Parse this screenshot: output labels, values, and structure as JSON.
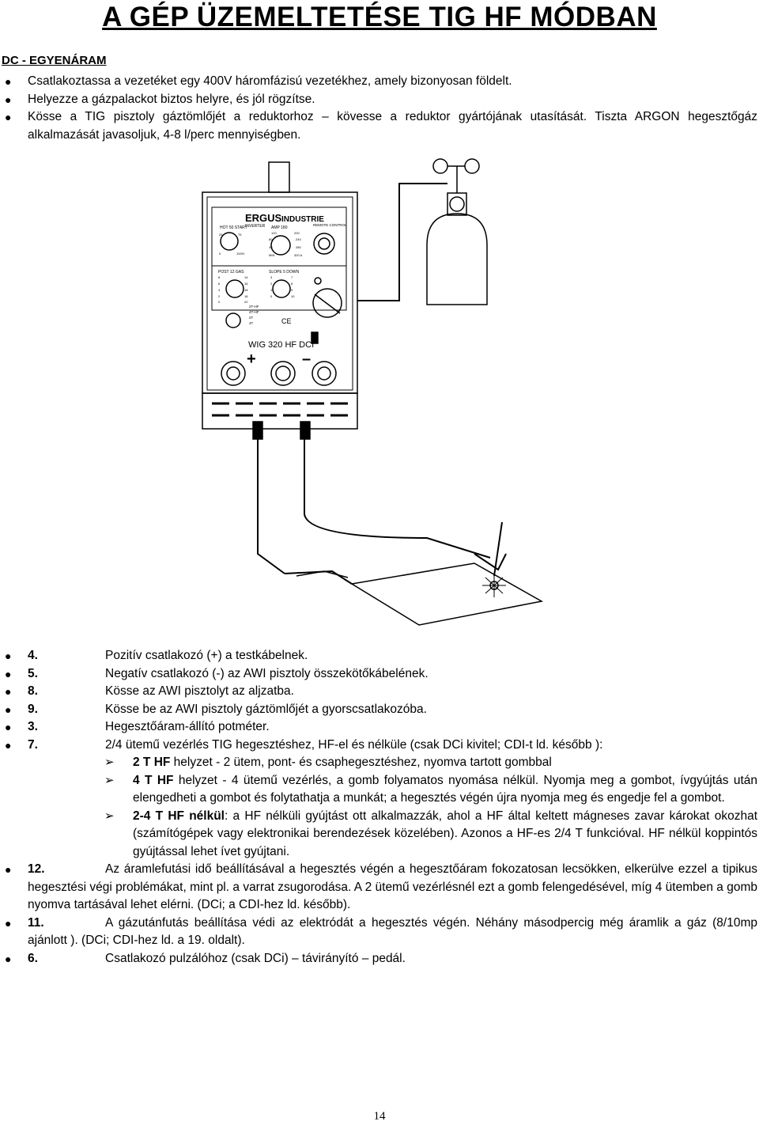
{
  "title": "A GÉP ÜZEMELTETÉSE TIG HF MÓDBAN",
  "section": "DC - EGYENÁRAM",
  "intro_bullets": [
    "Csatlakoztassa a vezetéket egy 400V háromfázisú vezetékhez, amely bizonyosan földelt.",
    "Helyezze a gázpalackot biztos helyre, és jól rögzítse.",
    "Kösse a TIG pisztoly gáztömlőjét a reduktorhoz – kövesse a reduktor gyártójának utasítását. Tiszta ARGON hegesztőgáz alkalmazását javasoljuk, 4-8 l/perc mennyiségben."
  ],
  "figure": {
    "brand": "ERGUS",
    "brand_line": "INDUSTRIE",
    "sub_brand": "INVERTER",
    "model": "WIG 320 HF DCI",
    "plus": "+",
    "minus": "–",
    "remote_label": "REMOTE CONTROL",
    "hot_start_label": "HOT 50 START",
    "amp_label": "AMP 180",
    "amp_scale": [
      "120",
      "200",
      "80",
      "240",
      "40",
      "280",
      "MIN",
      "320 A"
    ],
    "hot_scale": [
      "25",
      "75",
      "0",
      "100%"
    ],
    "post_gas_label": "POST 12 GAS",
    "post_gas_scale": [
      "8",
      "14",
      "6",
      "16",
      "4",
      "18",
      "2",
      "18",
      "0",
      "20"
    ],
    "slope_label": "SLOPE 5 DOWN",
    "slope_scale": [
      "3",
      "7",
      "2",
      "8",
      "1",
      "9",
      "0",
      "10"
    ],
    "mode_labels": [
      "2T-HF",
      "4T-HF",
      "2T",
      "4T"
    ],
    "ce": "CE"
  },
  "items": [
    {
      "num": "4.",
      "text": "Pozitív csatlakozó (+) a testkábelnek."
    },
    {
      "num": "5.",
      "text": "Negatív csatlakozó (-) az AWI pisztoly összekötőkábelének."
    },
    {
      "num": "8.",
      "text": "Kösse az AWI pisztolyt az aljzatba."
    },
    {
      "num": "9.",
      "text": "Kösse be az AWI pisztoly gáztömlőjét a gyorscsatlakozóba."
    },
    {
      "num": "3.",
      "text": "Hegesztőáram-állító potméter."
    },
    {
      "num": "7.",
      "text": "2/4 ütemű vezérlés TIG hegesztéshez, HF-el és nélküle (csak DCi kivitel; CDI-t ld. később ):"
    }
  ],
  "sub_items": [
    {
      "bold": "2 T HF",
      "text": " helyzet - 2 ütem, pont- és csaphegesztéshez, nyomva tartott gombbal"
    },
    {
      "bold": "4 T HF",
      "text": " helyzet - 4 ütemű vezérlés, a gomb folyamatos nyomása nélkül. Nyomja meg a gombot, ívgyújtás után elengedheti a gombot és folytathatja a munkát; a hegesztés végén újra nyomja meg és engedje fel a gombot."
    },
    {
      "bold": "2-4 T HF nélkül",
      "text": ": a HF nélküli gyújtást ott alkalmazzák, ahol a HF által keltett mágneses zavar károkat okozhat (számítógépek vagy elektronikai berendezések közelében). Azonos a HF-es 2/4 T funkcióval. HF nélkül koppintós gyújtással lehet ívet gyújtani."
    }
  ],
  "paragraphs": [
    {
      "num": "12.",
      "text": "Az áramlefutási idő beállításával a hegesztés végén a hegesztőáram fokozatosan lecsökken, elkerülve ezzel a tipikus hegesztési végi problémákat, mint pl. a varrat zsugorodása. A 2 ütemű vezérlésnél ezt a gomb felengedésével, míg 4 ütemben a gomb nyomva tartásával lehet elérni. (DCi; a CDI-hez ld. később)."
    },
    {
      "num": "11.",
      "text": "A gázutánfutás beállítása védi az elektródát a hegesztés végén. Néhány másodpercig még áramlik a gáz (8/10mp ajánlott ). (DCi; CDI-hez ld. a 19. oldalt)."
    },
    {
      "num": "6.",
      "text": "Csatlakozó pulzálóhoz (csak DCi) – távirányító – pedál."
    }
  ],
  "page_number": "14"
}
